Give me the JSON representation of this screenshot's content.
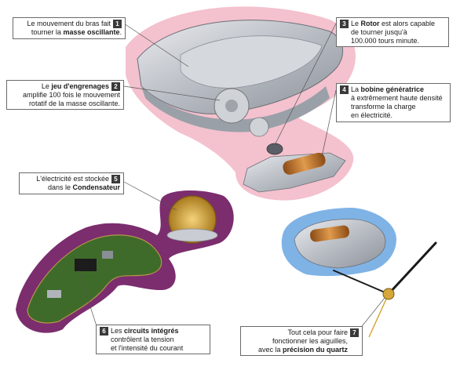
{
  "callouts": [
    {
      "number": "1",
      "line1": "Le mouvement du bras fait",
      "line2_pre": "tourner la ",
      "line2_bold": "masse oscillante",
      "line2_post": "."
    },
    {
      "number": "2",
      "line1_pre": "Le ",
      "line1_bold": "jeu d'engrenages",
      "line2": "amplifie 100 fois le mouvement",
      "line3": "rotatif de la masse oscillante."
    },
    {
      "number": "3",
      "line1_pre": "Le  ",
      "line1_bold": "Rotor",
      "line1_post": " est alors capable",
      "line2": "de tourner jusqu'à",
      "line3": "100.000 tours minute."
    },
    {
      "number": "4",
      "line1_pre": "La ",
      "line1_bold": "bobine génératrice",
      "line2": "à extrêmement haute densité",
      "line3": "transforme la charge",
      "line4": "en électricité."
    },
    {
      "number": "5",
      "line1": "L'électricité est stockée",
      "line2_pre": "dans le ",
      "line2_bold": "Condensateur"
    },
    {
      "number": "6",
      "line1_pre": "Les ",
      "line1_bold": "circuits intégrés",
      "line2": "contrôlent la tension",
      "line3": "et l'intensité du courant"
    },
    {
      "number": "7",
      "line1": "Tout cela pour faire",
      "line2": "fonctionner les aiguilles,",
      "line3_pre": "avec la ",
      "line3_bold": "précision du quartz"
    }
  ],
  "colors": {
    "pink_halo": "#f2b6c6",
    "purple_halo": "#7b2d6e",
    "blue_halo": "#7fb3e6",
    "copper": "#c7772b",
    "metal": "#c9ccd2",
    "pcb": "#3f6b2a",
    "gold": "#d6a73a"
  }
}
